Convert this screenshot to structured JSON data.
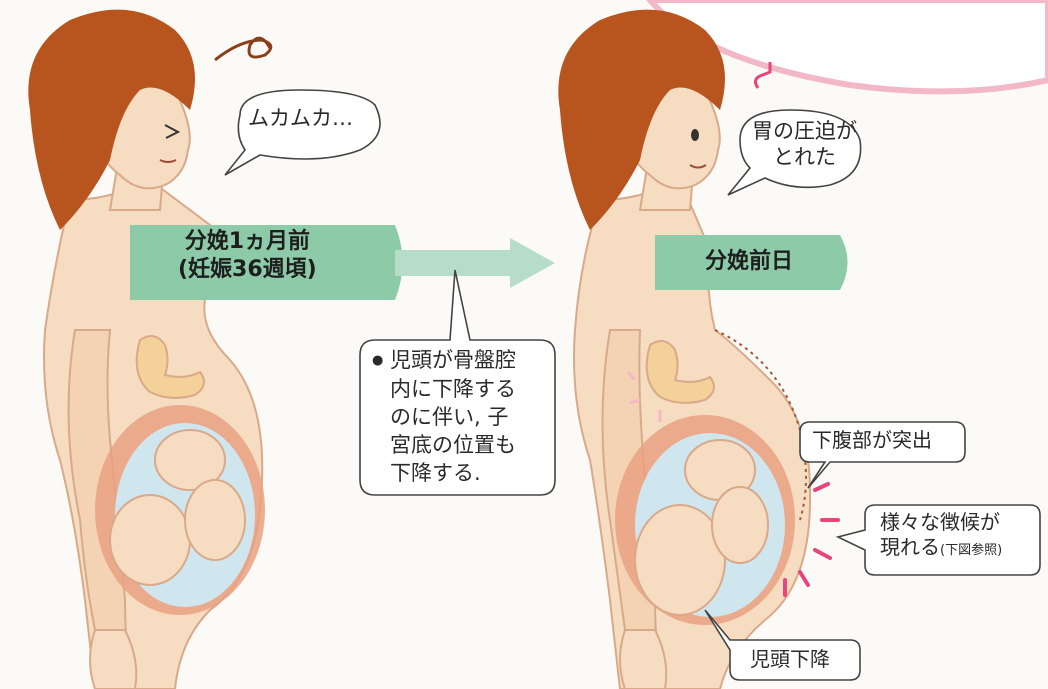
{
  "left": {
    "speech": "ムカムカ…",
    "stage_label_line1": "分娩1ヵ月前",
    "stage_label_line2": "(妊娠36週頃)"
  },
  "right": {
    "speech_line1": "胃の圧迫が",
    "speech_line2": "とれた",
    "stage_label": "分娩前日",
    "callout_abdomen": "下腹部が突出",
    "callout_signs_line1": "様々な徴候が",
    "callout_signs_line2": "現れる",
    "callout_signs_note": "(下図参照)",
    "callout_head": "児頭下降"
  },
  "center_note": {
    "bullet": "●",
    "line1": "児頭が骨盤腔",
    "line2": "内に下降する",
    "line3": "のに伴い, 子",
    "line4": "宮底の位置も",
    "line5": "下降する."
  },
  "colors": {
    "skin": "#f6dcc0",
    "skin_outline": "#d9a98a",
    "hair": "#b8551e",
    "banner": "#8ccaa8",
    "arrow": "#b6ddc7",
    "uterus": "#e9a181",
    "amniotic": "#cfe6ef",
    "stomach": "#f5d19a",
    "pink_circle": "#f2b8c8",
    "accent_pink": "#e8457e"
  }
}
